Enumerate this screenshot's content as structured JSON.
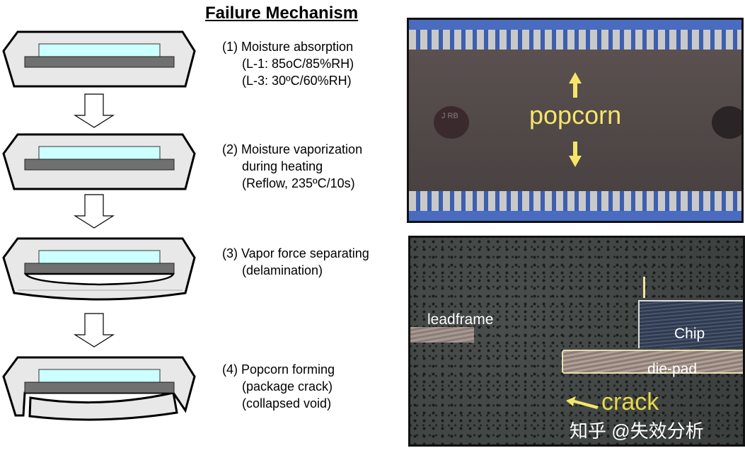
{
  "title": "Failure Mechanism",
  "steps": [
    {
      "label": "(1) Moisture absorption",
      "lines": [
        "(L-1: 85oC/85%RH)",
        "(L-3: 30ºC/60%RH)"
      ]
    },
    {
      "label": "(2) Moisture vaporization",
      "lines": [
        "during heating",
        "(Reflow, 235ºC/10s)"
      ]
    },
    {
      "label": "(3) Vapor force separating",
      "lines": [
        "(delamination)"
      ]
    },
    {
      "label": "(4) Popcorn forming",
      "lines": [
        "(package crack)",
        "(collapsed void)"
      ]
    }
  ],
  "photo_top": {
    "label": "popcorn",
    "marking": "J RB"
  },
  "photo_bottom": {
    "labels": {
      "leadframe": "leadframe",
      "chip": "Chip",
      "die_pad": "die-pad",
      "crack": "crack"
    }
  },
  "watermark": "知乎 @失效分析",
  "colors": {
    "mold": "#e8e8e8",
    "chip": "#ccffff",
    "pad": "#707070",
    "label_yellow": "#f5e66a"
  }
}
